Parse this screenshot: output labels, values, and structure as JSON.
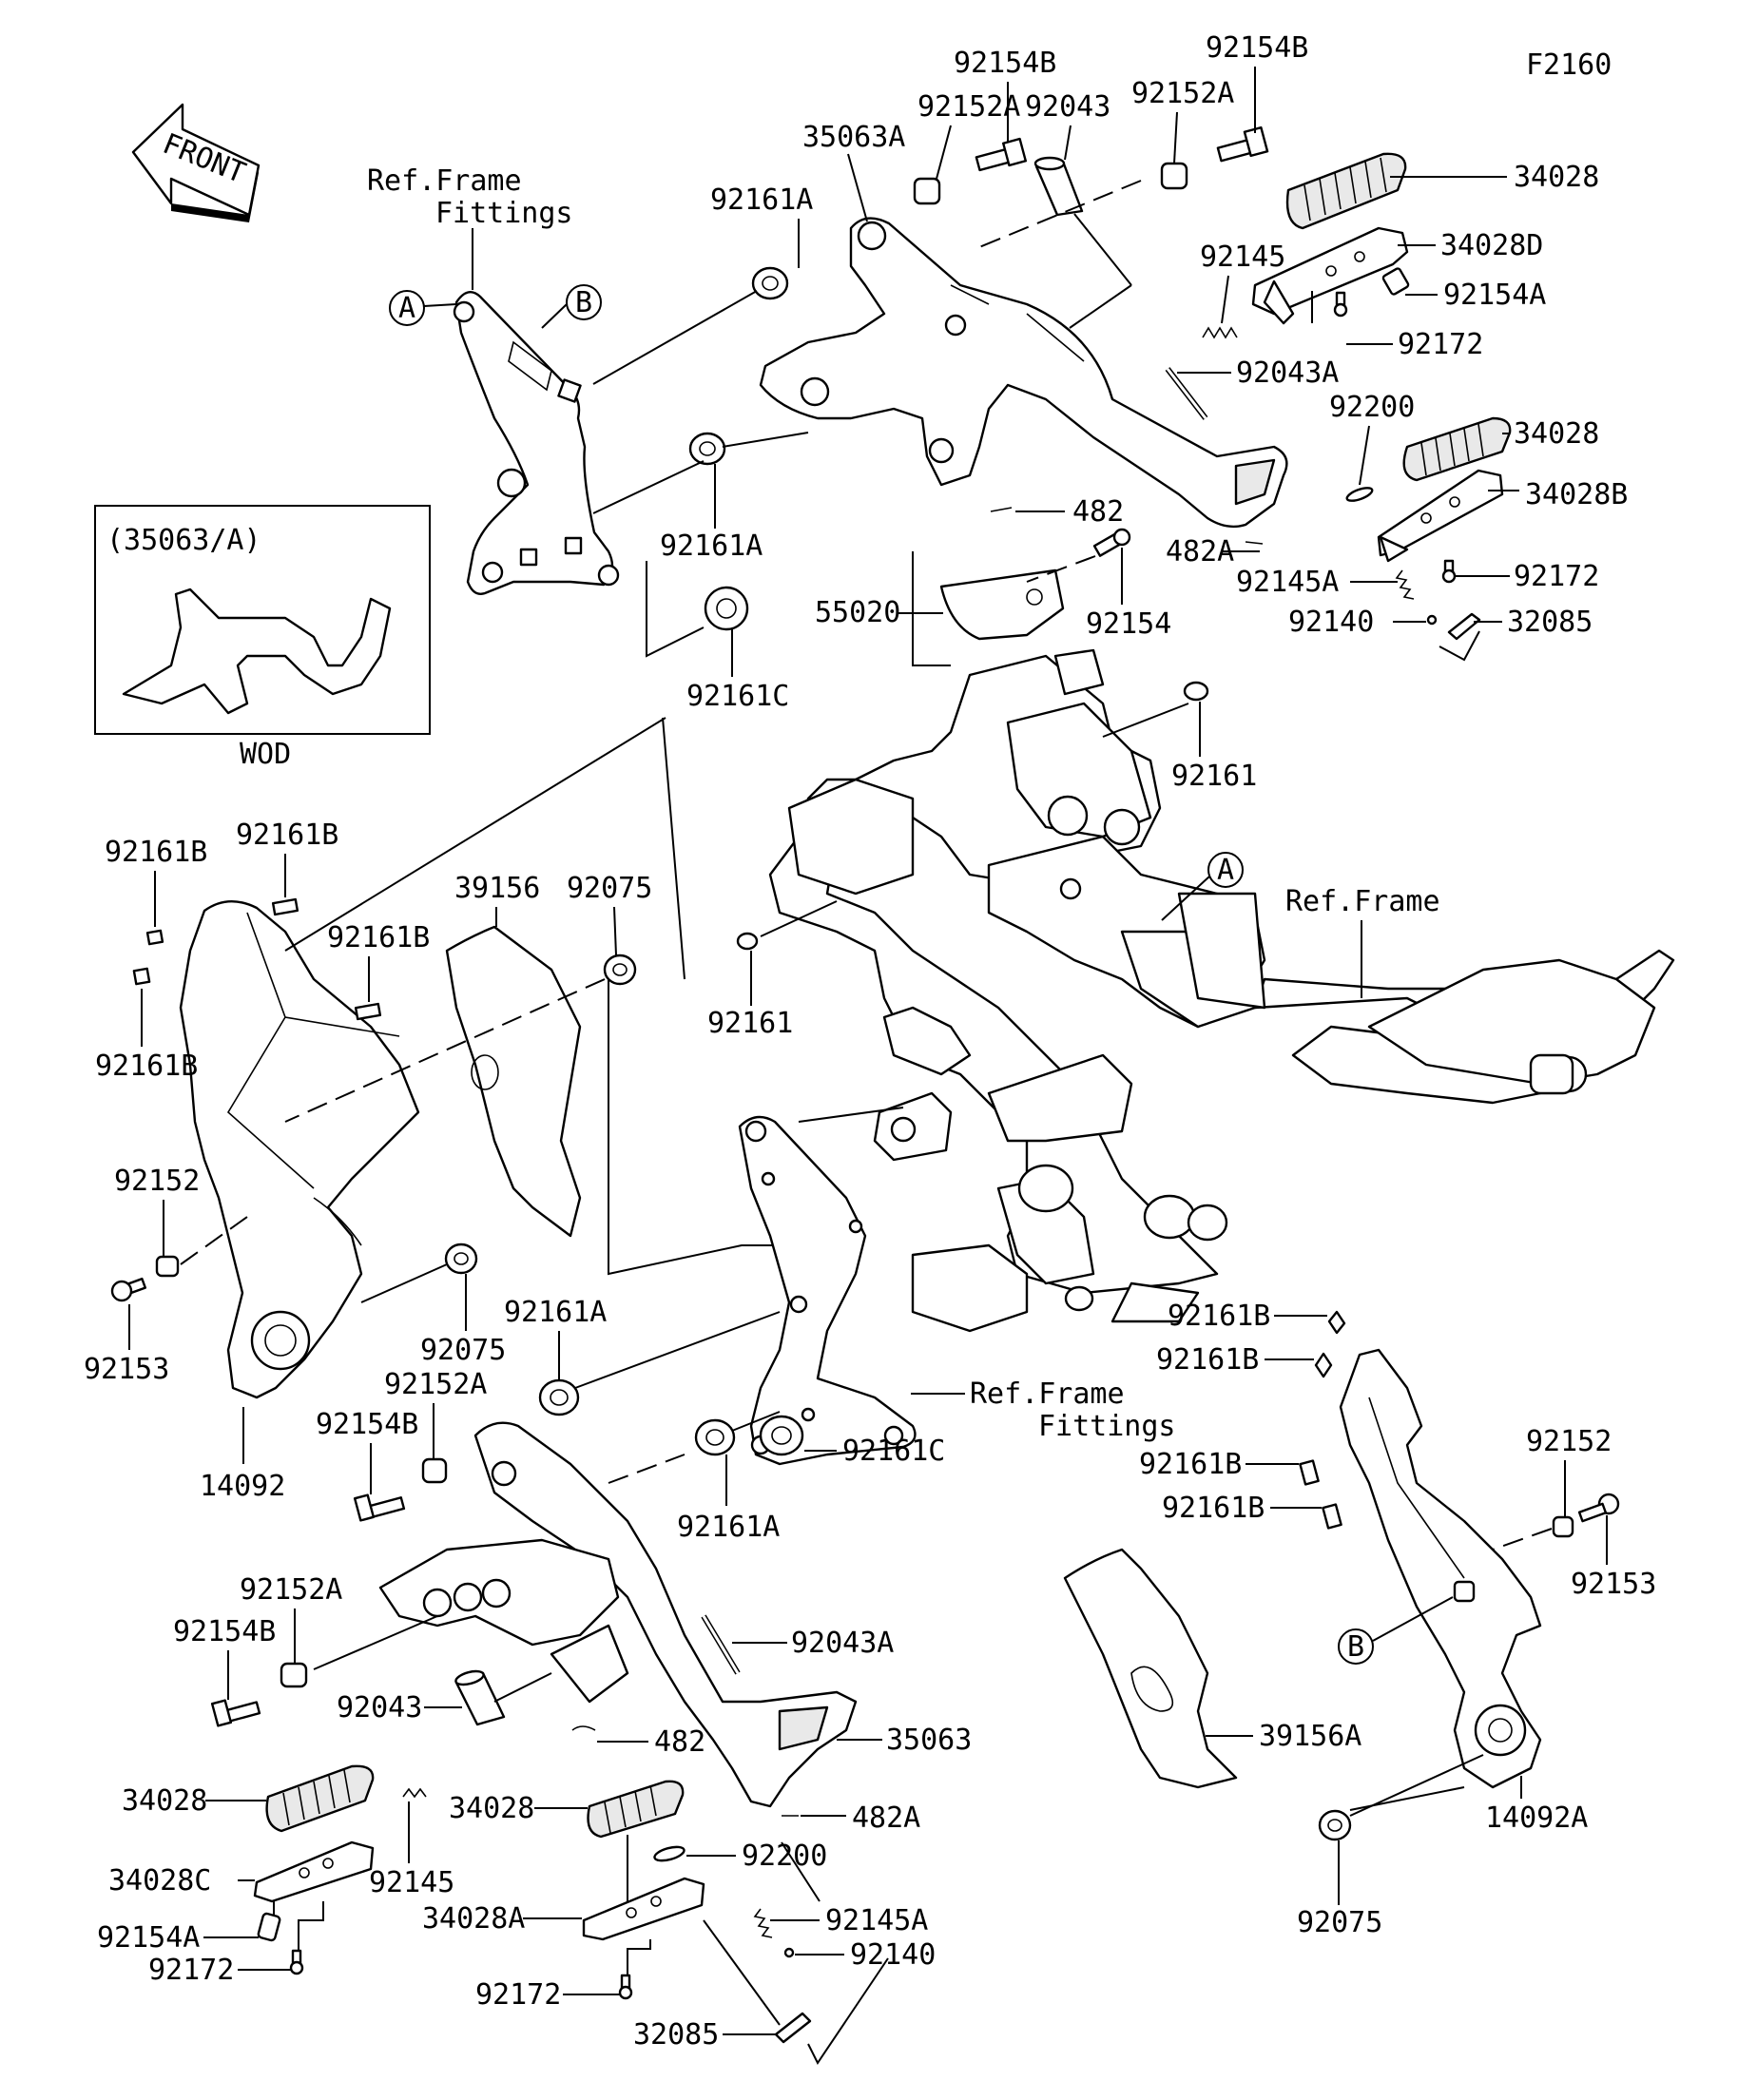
{
  "diagram_code": "F2160",
  "front_label": "FRONT",
  "inset": {
    "title": "(35063/A)",
    "caption": "WOD"
  },
  "ref_labels": {
    "frame_fittings_top_1": "Ref.Frame",
    "frame_fittings_top_2": "Fittings",
    "frame_right": "Ref.Frame",
    "frame_fittings_mid_1": "Ref.Frame",
    "frame_fittings_mid_2": "Fittings"
  },
  "markers": {
    "a": "A",
    "b": "B"
  },
  "parts": {
    "p92154B_t1": "92154B",
    "p92154B_t2": "92154B",
    "p92152A_t1": "92152A",
    "p92043_t": "92043",
    "p92152A_t2": "92152A",
    "p35063A": "35063A",
    "p34028_t1": "34028",
    "p34028D": "34028D",
    "p92161A_t1": "92161A",
    "p92145_t": "92145",
    "p92154A_t": "92154A",
    "p92172_t1": "92172",
    "p92043A_t": "92043A",
    "p92200_t": "92200",
    "p34028_t2": "34028",
    "p34028B": "34028B",
    "p482_t": "482",
    "p92161A_t2": "92161A",
    "p482A_t": "482A",
    "p92145A_t": "92145A",
    "p92172_t2": "92172",
    "p55020": "55020",
    "p92154": "92154",
    "p92140_t": "92140",
    "p32085_t": "32085",
    "p92161C_t": "92161C",
    "p92161_r": "92161",
    "p92161B_1": "92161B",
    "p92161B_2": "92161B",
    "p39156": "39156",
    "p92075_t": "92075",
    "p92161B_3": "92161B",
    "p92161B_4": "92161B",
    "p92161_m": "92161",
    "p92152_l": "92152",
    "p92153_l": "92153",
    "p92075_m": "92075",
    "p14092": "14092",
    "p92161A_m": "92161A",
    "p92152A_m": "92152A",
    "p92154B_m": "92154B",
    "p92161C_m": "92161C",
    "p92161A_b": "92161A",
    "p92161B_r1": "92161B",
    "p92161B_r2": "92161B",
    "p92161B_r3": "92161B",
    "p92161B_r4": "92161B",
    "p92152_r": "92152",
    "p92153_r": "92153",
    "p92152A_b": "92152A",
    "p92154B_b": "92154B",
    "p92043A_b": "92043A",
    "p92043_b": "92043",
    "p482_b": "482",
    "p35063": "35063",
    "p39156A": "39156A",
    "p34028_b1": "34028",
    "p34028_b2": "34028",
    "p482A_b": "482A",
    "p14092A": "14092A",
    "p34028C": "34028C",
    "p92145_b": "92145",
    "p92200_b": "92200",
    "p92154A_b": "92154A",
    "p34028A": "34028A",
    "p92145A_b": "92145A",
    "p92172_b1": "92172",
    "p92140_b": "92140",
    "p92075_b": "92075",
    "p92172_b2": "92172",
    "p32085_b": "32085"
  }
}
